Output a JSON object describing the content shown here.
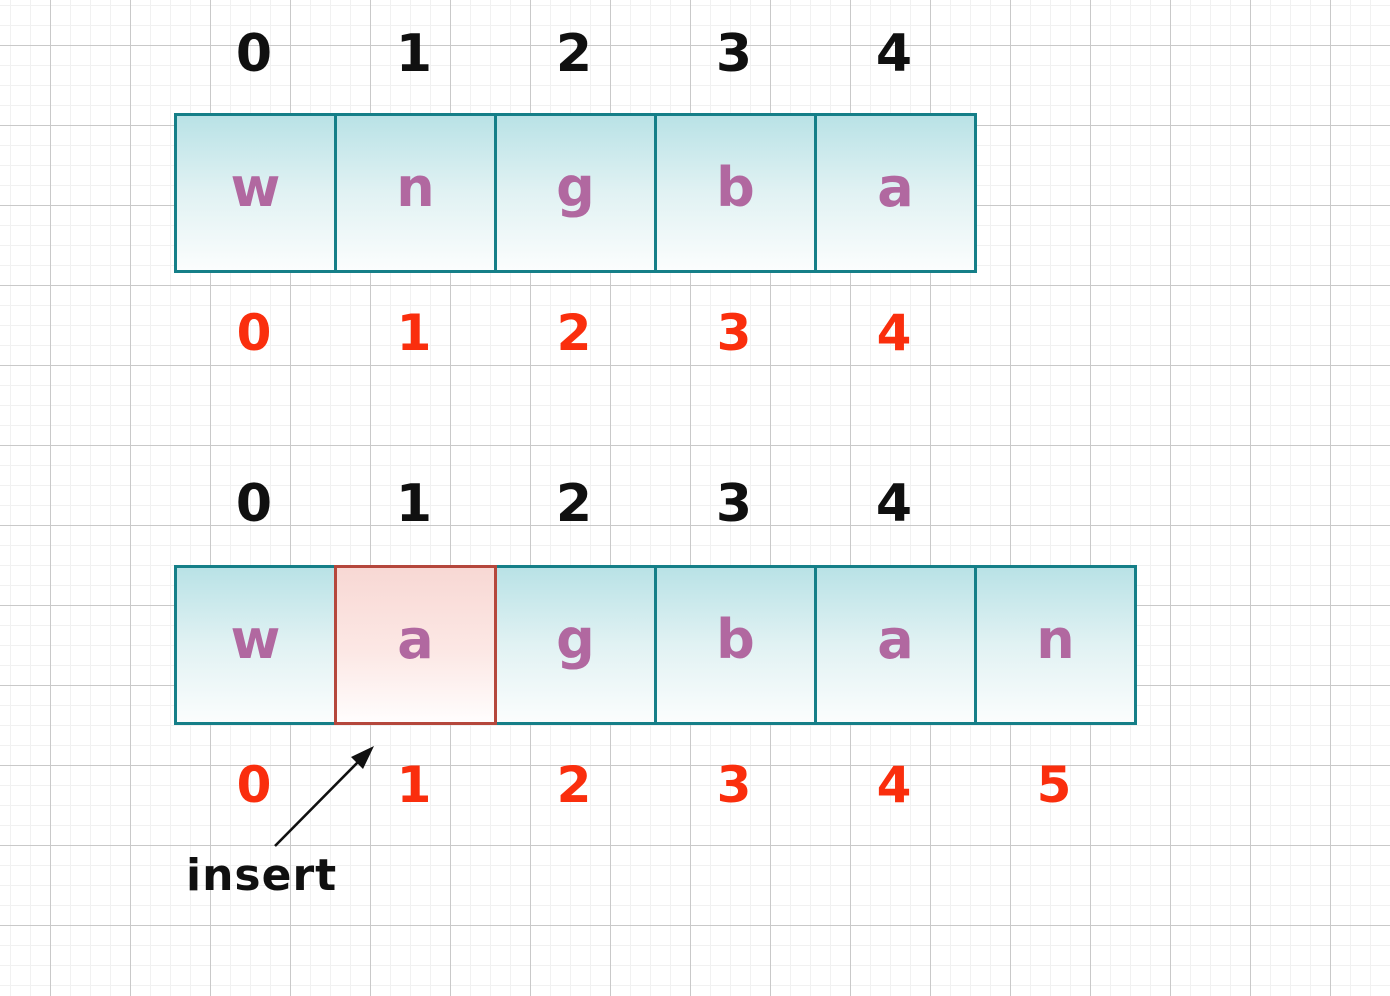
{
  "colors": {
    "teal-border": "#157f88",
    "teal-top": "#b9e2e6",
    "red-border": "#b5473c",
    "pink-top": "#f8d8d4",
    "letter": "#b168a0",
    "index-red": "#fa2e0d",
    "ink": "#101010",
    "grid-minor": "#f1f1f1",
    "grid-major": "#c9c9c9",
    "background": "#ffffff"
  },
  "arrays": [
    {
      "id": "before",
      "top_indices": [
        "0",
        "1",
        "2",
        "3",
        "4"
      ],
      "cells": [
        {
          "letter": "w",
          "highlight": false
        },
        {
          "letter": "n",
          "highlight": false
        },
        {
          "letter": "g",
          "highlight": false
        },
        {
          "letter": "b",
          "highlight": false
        },
        {
          "letter": "a",
          "highlight": false
        }
      ],
      "bottom_indices": [
        "0",
        "1",
        "2",
        "3",
        "4"
      ]
    },
    {
      "id": "after",
      "top_indices": [
        "0",
        "1",
        "2",
        "3",
        "4"
      ],
      "cells": [
        {
          "letter": "w",
          "highlight": false
        },
        {
          "letter": "a",
          "highlight": true
        },
        {
          "letter": "g",
          "highlight": false
        },
        {
          "letter": "b",
          "highlight": false
        },
        {
          "letter": "a",
          "highlight": false
        },
        {
          "letter": "n",
          "highlight": false
        }
      ],
      "bottom_indices": [
        "0",
        "1",
        "2",
        "3",
        "4",
        "5"
      ]
    }
  ],
  "annotation": {
    "label": "insert"
  }
}
